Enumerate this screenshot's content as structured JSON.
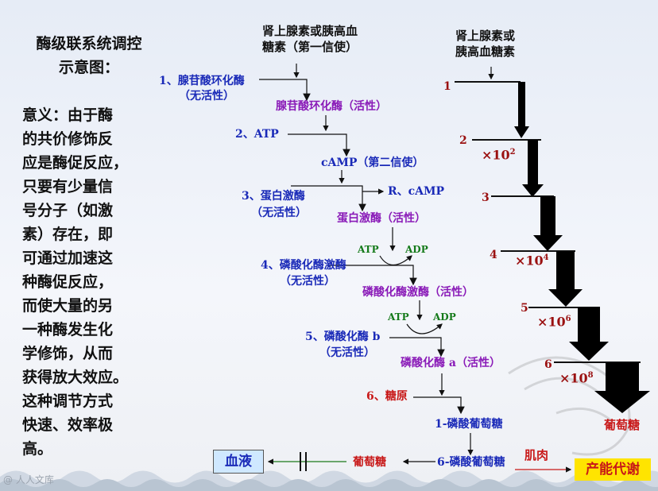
{
  "sidebar": {
    "title_line1": "酶级联系统调控",
    "title_line2": "示意图：",
    "meaning_lines": [
      "意义：由于酶",
      "的共价修饰反",
      "应是酶促反应，",
      "只要有少量信",
      "号分子（如激",
      "素）存在，即",
      "可通过加速这",
      "种酶促反应，",
      "而使大量的另",
      "一种酶发生化",
      "学修饰，从而",
      "获得放大效应。",
      "这种调节方式",
      "快速、效率极",
      "高。"
    ]
  },
  "cascade": {
    "hormone_line1": "肾上腺素或胰高血",
    "hormone_line2": "糖素（第一信使）",
    "s1_label": "1、腺苷酸环化酶",
    "s1_sub": "（无活性）",
    "s1_active": "腺苷酸环化酶（活性）",
    "s2_label": "2、ATP",
    "s2_product": "cAMP（第二信使）",
    "s3_label": "3、蛋白激酶",
    "s3_sub": "（无活性）",
    "s3_release": "R、cAMP",
    "s3_active": "蛋白激酶（活性）",
    "atp1": "ATP",
    "adp1": "ADP",
    "s4_label": "4、磷酸化酶激酶",
    "s4_sub": "（无活性）",
    "s4_active": "磷酸化酶激酶（活性）",
    "atp2": "ATP",
    "adp2": "ADP",
    "s5_label": "5、磷酸化酶 b",
    "s5_sub": "（无活性）",
    "s5_active": "磷酸化酶 a（活性）",
    "s6_label": "6、糖原",
    "g1p": "1-磷酸葡萄糖",
    "g6p": "6-磷酸葡萄糖",
    "glucose": "葡萄糖",
    "blood": "血液",
    "muscle": "肌肉",
    "energy": "产能代谢"
  },
  "amplification": {
    "hormone_line1": "肾上腺素或",
    "hormone_line2": "胰高血糖素",
    "steps": [
      "1",
      "2",
      "3",
      "4",
      "5",
      "6"
    ],
    "factors": [
      {
        "base": "×10",
        "exp": "2"
      },
      {
        "base": "×10",
        "exp": "4"
      },
      {
        "base": "×10",
        "exp": "6"
      },
      {
        "base": "×10",
        "exp": "8"
      }
    ],
    "product": "葡萄糖"
  },
  "watermark": "@ 人人文库",
  "colors": {
    "blue": "#1a2ab8",
    "purple": "#8a1bb8",
    "red": "#c81818",
    "green": "#157a1a",
    "energy_bg": "#ffe400",
    "blood_bg": "#cfe8ff"
  }
}
